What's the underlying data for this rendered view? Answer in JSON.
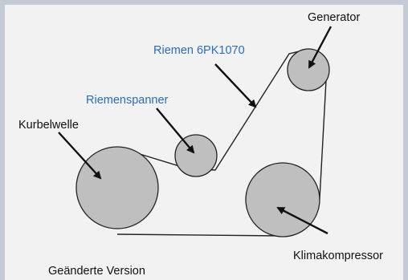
{
  "labels": {
    "generator": "Generator",
    "belt": "Riemen 6PK1070",
    "tensioner": "Riemenspanner",
    "crankshaft": "Kurbelwelle",
    "ac_compressor": "Klimakompressor",
    "version_note": "Geänderte Version"
  },
  "colors": {
    "background_frame": "#c4cbd4",
    "panel": "#f2f2f2",
    "pulley_fill": "#bfbfbf",
    "outline": "#222222",
    "accent_label": "#2b6cb8",
    "default_label": "#111111"
  }
}
